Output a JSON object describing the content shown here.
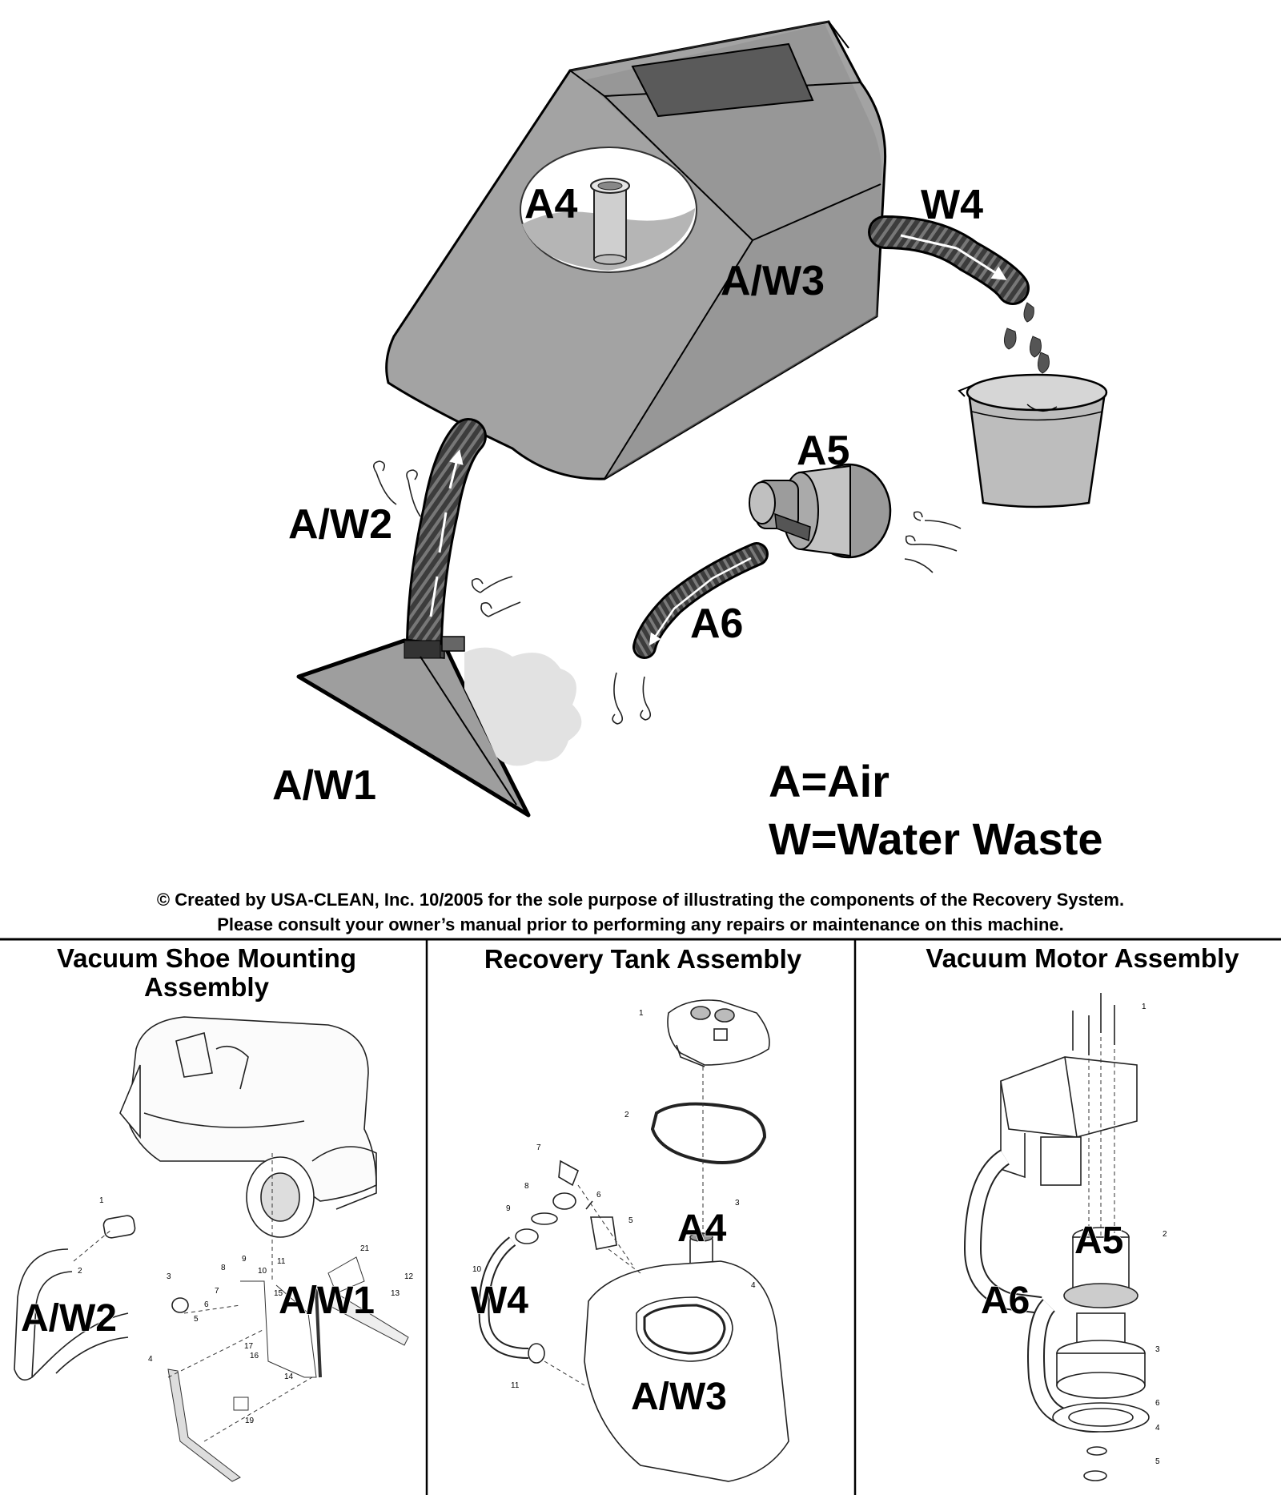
{
  "diagram": {
    "labels": {
      "a4": "A4",
      "aw3": "A/W3",
      "w4": "W4",
      "a5": "A5",
      "aw2": "A/W2",
      "a6": "A6",
      "aw1": "A/W1"
    },
    "legend": {
      "air": "A=Air",
      "water": "W=Water Waste"
    },
    "copyright": {
      "line1": "© Created by USA-CLEAN, Inc. 10/2005 for the sole purpose of illustrating the components of the Recovery System.",
      "line2": "Please consult your owner’s manual prior to performing any repairs or maintenance on this machine."
    }
  },
  "panels": [
    {
      "title_lines": [
        "Vacuum Shoe Mounting",
        "Assembly"
      ],
      "labels": [
        "A/W2",
        "A/W1"
      ],
      "callouts": [
        "1",
        "2",
        "3",
        "4",
        "5",
        "6",
        "7",
        "8",
        "9",
        "10",
        "11",
        "12",
        "13",
        "14",
        "15",
        "16",
        "17",
        "19",
        "21"
      ]
    },
    {
      "title_lines": [
        "Recovery Tank Assembly"
      ],
      "labels": [
        "A4",
        "W4",
        "A/W3"
      ],
      "callouts": [
        "1",
        "2",
        "3",
        "4",
        "5",
        "6",
        "7",
        "8",
        "9",
        "10",
        "11"
      ]
    },
    {
      "title_lines": [
        "Vacuum Motor Assembly"
      ],
      "labels": [
        "A5",
        "A6"
      ],
      "callouts": [
        "1",
        "2",
        "3",
        "4",
        "5",
        "6"
      ]
    }
  ],
  "colors": {
    "tank_gray": "#a3a3a3",
    "tank_side": "#8c8c8c",
    "window": "#5a5a5a",
    "hose": "#3a3a3a",
    "outline": "#000000"
  }
}
